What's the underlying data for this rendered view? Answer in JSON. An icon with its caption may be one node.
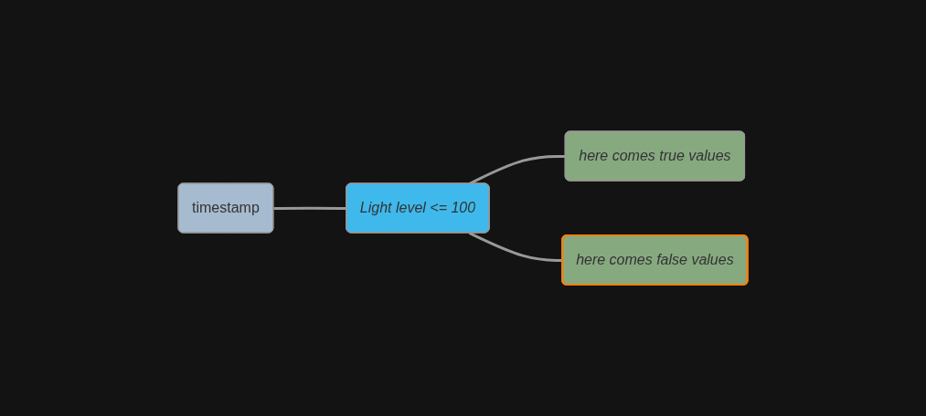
{
  "diagram": {
    "nodes": [
      {
        "text": [
          "timestamp"
        ]
      },
      {
        "text": [
          "Light level <= 100"
        ]
      },
      {
        "text": [
          "here comes true values"
        ]
      },
      {
        "text": [
          "here comes false values"
        ]
      }
    ],
    "edges": [
      {
        "from": 0,
        "to": 1,
        "arrow": "none"
      },
      {
        "from": 1,
        "to": 2,
        "arrow": "none"
      },
      {
        "from": 1,
        "to": 3,
        "arrow": "none"
      }
    ]
  }
}
